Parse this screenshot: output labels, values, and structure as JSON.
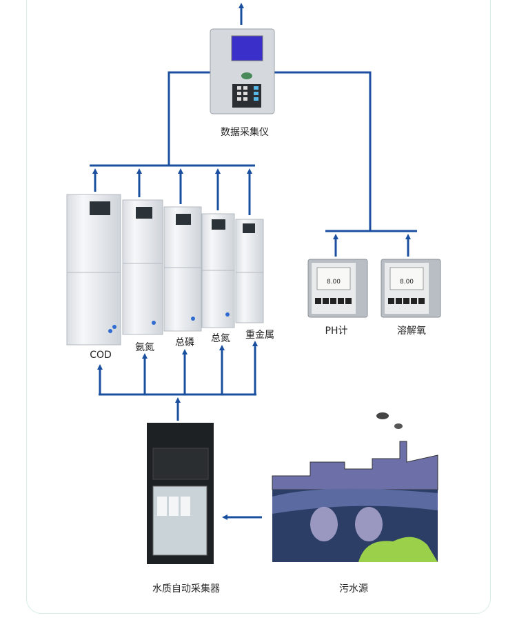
{
  "colors": {
    "connector": "#1a4fa0",
    "device_body": "#e9ecef",
    "screen": "#3a2fc9",
    "card_border": "#d8ece9"
  },
  "nodes": {
    "data_logger": {
      "label": "数据采集仪",
      "icon": "data-logger-device"
    },
    "analyzers": [
      {
        "label": "COD"
      },
      {
        "label": "氨氮"
      },
      {
        "label": "总磷"
      },
      {
        "label": "总氮"
      },
      {
        "label": "重金属"
      }
    ],
    "meters": [
      {
        "label": "PH计",
        "reading": "8.00"
      },
      {
        "label": "溶解氧",
        "reading": "8.00"
      }
    ],
    "sampler": {
      "label": "水质自动采集器"
    },
    "source": {
      "label": "污水源",
      "icon": "factory-sewage-illustration"
    }
  }
}
